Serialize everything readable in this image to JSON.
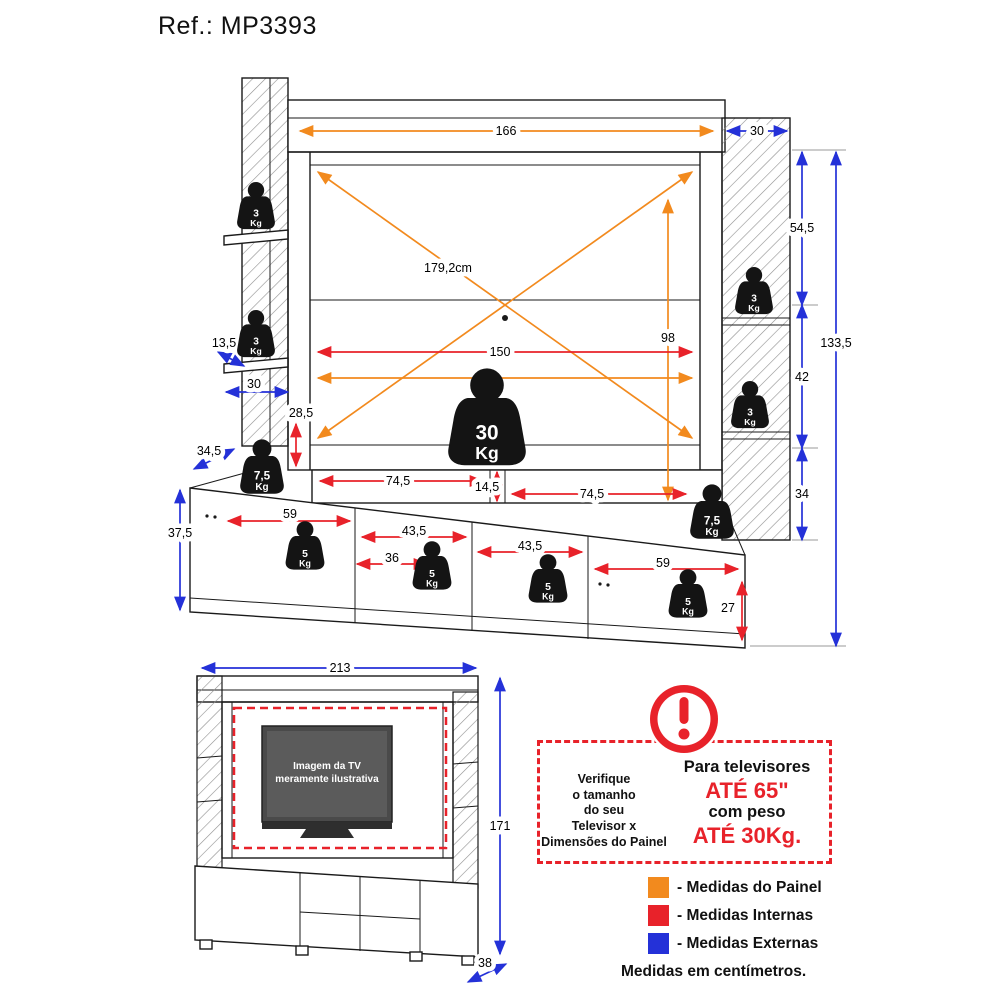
{
  "title": "Ref.: MP3393",
  "colors": {
    "panel": "#F28A1E",
    "internal": "#E8222A",
    "external": "#2431D8"
  },
  "main": {
    "top_width": "166",
    "side_width": "30",
    "diagonal": "179,2cm",
    "inner_width": "150",
    "inner_height": "98",
    "right_upper": "54,5",
    "right_mid": "42",
    "right_lower": "34",
    "right_total": "133,5",
    "shelf_thickness": "13,5",
    "shelf_width": "30",
    "gap": "28,5",
    "base_depth": "34,5",
    "base_height": "37,5",
    "under_left": "74,5",
    "under_mid": "14,5",
    "under_right": "74,5",
    "comp1": "59",
    "comp2": "43,5",
    "comp3": "36",
    "comp4": "43,5",
    "comp5": "59",
    "comp_height": "27"
  },
  "small": {
    "width": "213",
    "height": "171",
    "depth": "38",
    "tv_line1": "Imagem da TV",
    "tv_line2": "meramente ilustrativa"
  },
  "weights": {
    "w3": {
      "value": "3",
      "unit": "Kg"
    },
    "w5": {
      "value": "5",
      "unit": "Kg"
    },
    "w75": {
      "value": "7,5",
      "unit": "Kg"
    },
    "w30": {
      "value": "30",
      "unit": "Kg"
    }
  },
  "notice": {
    "check_l1": "Verifique",
    "check_l2": "o tamanho",
    "check_l3": "do seu",
    "check_l4": "Televisor x",
    "check_l5": "Dimensões do Painel",
    "for_l1": "Para televisores",
    "for_l2": "ATÉ 65\"",
    "for_l3": "com peso",
    "for_l4": "ATÉ 30Kg."
  },
  "legend": {
    "items": [
      {
        "label": "- Medidas do Painel",
        "color": "#F28A1E"
      },
      {
        "label": "- Medidas Internas",
        "color": "#E8222A"
      },
      {
        "label": "- Medidas Externas",
        "color": "#2431D8"
      }
    ],
    "footer": "Medidas em centímetros."
  }
}
